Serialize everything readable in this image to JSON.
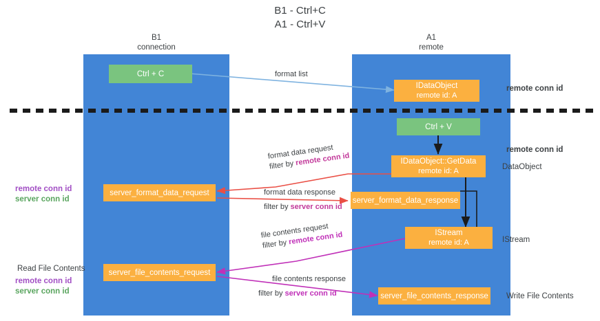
{
  "title": {
    "line1": "B1 - Ctrl+C",
    "line2": "A1 - Ctrl+V"
  },
  "lanes": [
    {
      "id": "b1",
      "name": "B1",
      "sub": "connection",
      "color": "#4285d6"
    },
    {
      "id": "a1",
      "name": "A1",
      "sub": "remote",
      "color": "#4285d6"
    }
  ],
  "nodes": {
    "ctrl_c": {
      "line1": "Ctrl + C",
      "line2": "",
      "color": "#7ac47f"
    },
    "idataobject": {
      "line1": "IDataObject",
      "line2": "remote id: A",
      "color": "#fbb040"
    },
    "ctrl_v": {
      "line1": "Ctrl + V",
      "line2": "",
      "color": "#7ac47f"
    },
    "getdata": {
      "line1": "IDataObject::GetData",
      "line2": "remote id: A",
      "color": "#fbb040"
    },
    "server_format_data_request": {
      "line1": "server_format_data_request",
      "line2": "",
      "color": "#fbb040"
    },
    "server_format_data_response": {
      "line1": "server_format_data_response",
      "line2": "",
      "color": "#fbb040"
    },
    "istream": {
      "line1": "IStream",
      "line2": "remote id: A",
      "color": "#fbb040"
    },
    "server_file_contents_request": {
      "line1": "server_file_contents_request",
      "line2": "",
      "color": "#fbb040"
    },
    "server_file_contents_response": {
      "line1": "server_file_contents_response",
      "line2": "",
      "color": "#fbb040"
    }
  },
  "arrow_labels": {
    "format_list": "format list",
    "format_data_request": "format data request",
    "format_data_request_filter_prefix": "filter by ",
    "format_data_request_filter_key": "remote conn id",
    "format_data_response": "format data response",
    "format_data_response_filter_prefix": "filter by ",
    "format_data_response_filter_key": "server conn id",
    "file_contents_request": "file contents request",
    "file_contents_request_filter_prefix": "filter by ",
    "file_contents_request_filter_key": "remote conn id",
    "file_contents_response": "file contents response",
    "file_contents_response_filter_prefix": "filter by ",
    "file_contents_response_filter_key": "server conn id"
  },
  "right_notes": {
    "remote_conn_id_top": "remote conn id",
    "remote_conn_id_mid": "remote conn id",
    "dataobject": "DataObject",
    "istream": "IStream",
    "write_file_contents": "Write File Contents"
  },
  "left_notes": {
    "remote_conn_id": "remote conn id",
    "server_conn_id": "server conn id",
    "read_file_contents": "Read File Contents",
    "remote_conn_id_2": "remote conn id",
    "server_conn_id_2": "server conn id"
  },
  "colors": {
    "lane": "#4285d6",
    "green_node": "#7ac47f",
    "orange_node": "#fbb040",
    "purple": "#a24fc4",
    "green_text": "#5aa55f",
    "red_arrow": "#ea4f45",
    "magenta_arrow": "#c030b8",
    "blue_arrow": "#7fb3e0",
    "divider": "#2b2b2b"
  }
}
